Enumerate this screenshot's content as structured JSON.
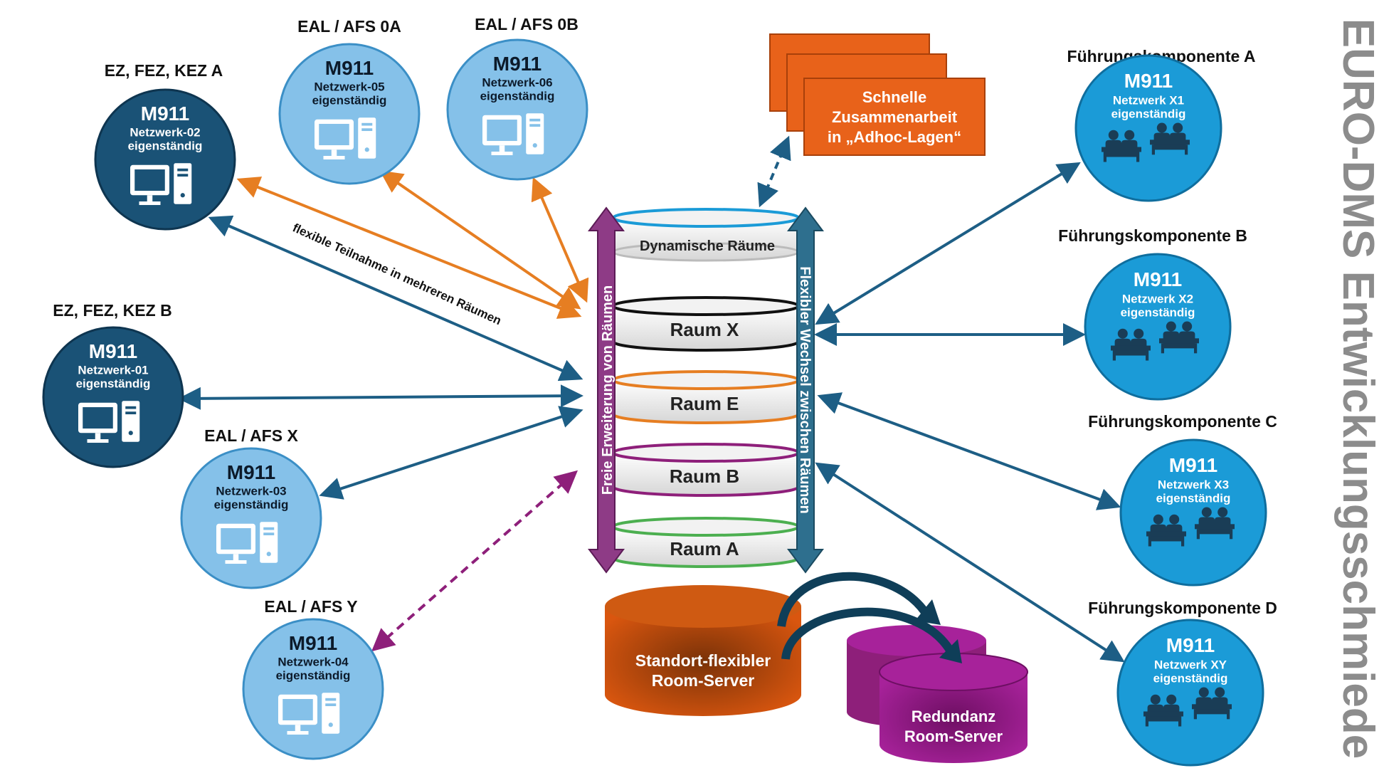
{
  "side_title": "EURO-DMS Entwicklungsschmiede",
  "left_nodes": [
    {
      "heading": "EZ, FEZ, KEZ A",
      "title": "M911",
      "line1": "Netzwerk-02",
      "line2": "eigenständig"
    },
    {
      "heading": "EAL / AFS 0A",
      "title": "M911",
      "line1": "Netzwerk-05",
      "line2": "eigenständig"
    },
    {
      "heading": "EAL / AFS 0B",
      "title": "M911",
      "line1": "Netzwerk-06",
      "line2": "eigenständig"
    },
    {
      "heading": "EZ, FEZ, KEZ B",
      "title": "M911",
      "line1": "Netzwerk-01",
      "line2": "eigenständig"
    },
    {
      "heading": "EAL / AFS X",
      "title": "M911",
      "line1": "Netzwerk-03",
      "line2": "eigenständig"
    },
    {
      "heading": "EAL / AFS Y",
      "title": "M911",
      "line1": "Netzwerk-04",
      "line2": "eigenständig"
    }
  ],
  "right_nodes": [
    {
      "heading": "Führungskomponente A",
      "title": "M911",
      "line1": "Netzwerk X1",
      "line2": "eigenständig"
    },
    {
      "heading": "Führungskomponente B",
      "title": "M911",
      "line1": "Netzwerk X2",
      "line2": "eigenständig"
    },
    {
      "heading": "Führungskomponente C",
      "title": "M911",
      "line1": "Netzwerk X3",
      "line2": "eigenständig"
    },
    {
      "heading": "Führungskomponente D",
      "title": "M911",
      "line1": "Netzwerk XY",
      "line2": "eigenständig"
    }
  ],
  "rooms": [
    "Dynamische Räume",
    "Raum X",
    "Raum E",
    "Raum B",
    "Raum A"
  ],
  "left_arrow_label": "Freie Erweiterung von Räumen",
  "right_arrow_label": "Flexibler Wechsel zwischen Räumen",
  "flex_label": "flexible Teilnahme in mehreren Räumen",
  "adhoc_label": [
    "Schnelle",
    "Zusammenarbeit",
    "in „Adhoc-Lagen“"
  ],
  "server_label": [
    "Standort-flexibler",
    "Room-Server"
  ],
  "redundancy_label": [
    "Redundanz",
    "Room-Server"
  ],
  "colors": {
    "dark_node": "#1a5276",
    "light_node": "#85c1e9",
    "bright_node": "#1b9bd7",
    "orange": "#e67e22",
    "purple": "#8e1f7a",
    "teal": "#2e6f8e"
  }
}
